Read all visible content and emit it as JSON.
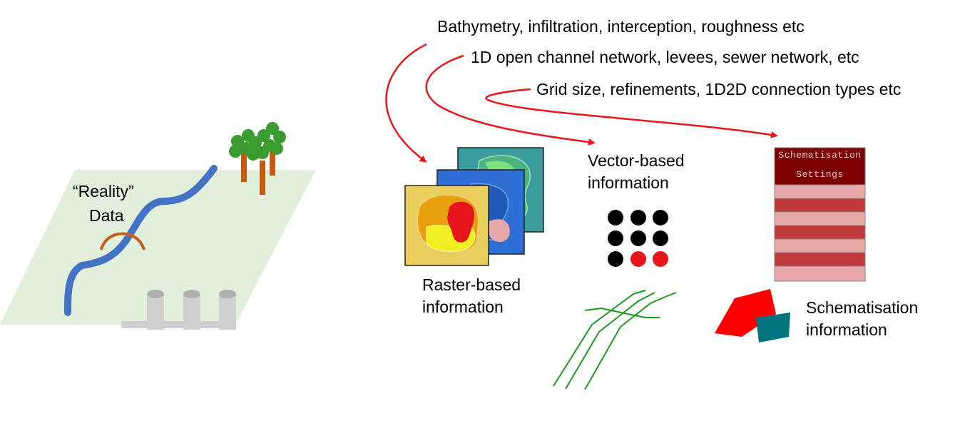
{
  "reality": {
    "label_line1": "“Reality”",
    "label_line2": "Data"
  },
  "annotations": {
    "bathymetry": "Bathymetry, infiltration, interception, roughness etc",
    "channels": "1D open channel network, levees, sewer network, etc",
    "grid": "Grid size, refinements, 1D2D connection types etc"
  },
  "raster": {
    "label": "Raster-based\ninformation"
  },
  "vector": {
    "label": "Vector-based\ninformation"
  },
  "schematisation": {
    "settings_line1": "Schematisation",
    "settings_line2": "Settings",
    "label": "Schematisation\ninformation"
  },
  "colors": {
    "arrow": "#e8161b",
    "river": "#4472c4",
    "ground": "#e2efda",
    "bridge": "#c0601c",
    "tree_foliage": "#3a9b2e",
    "tree_trunk": "#c55a11",
    "vector_line": "#1a9a1a",
    "settings_header": "#7b0000",
    "settings_dark_row": "#c0393b",
    "settings_light_row": "#e8a9a9",
    "schem_red": "#ff0000",
    "schem_teal": "#00727a"
  }
}
